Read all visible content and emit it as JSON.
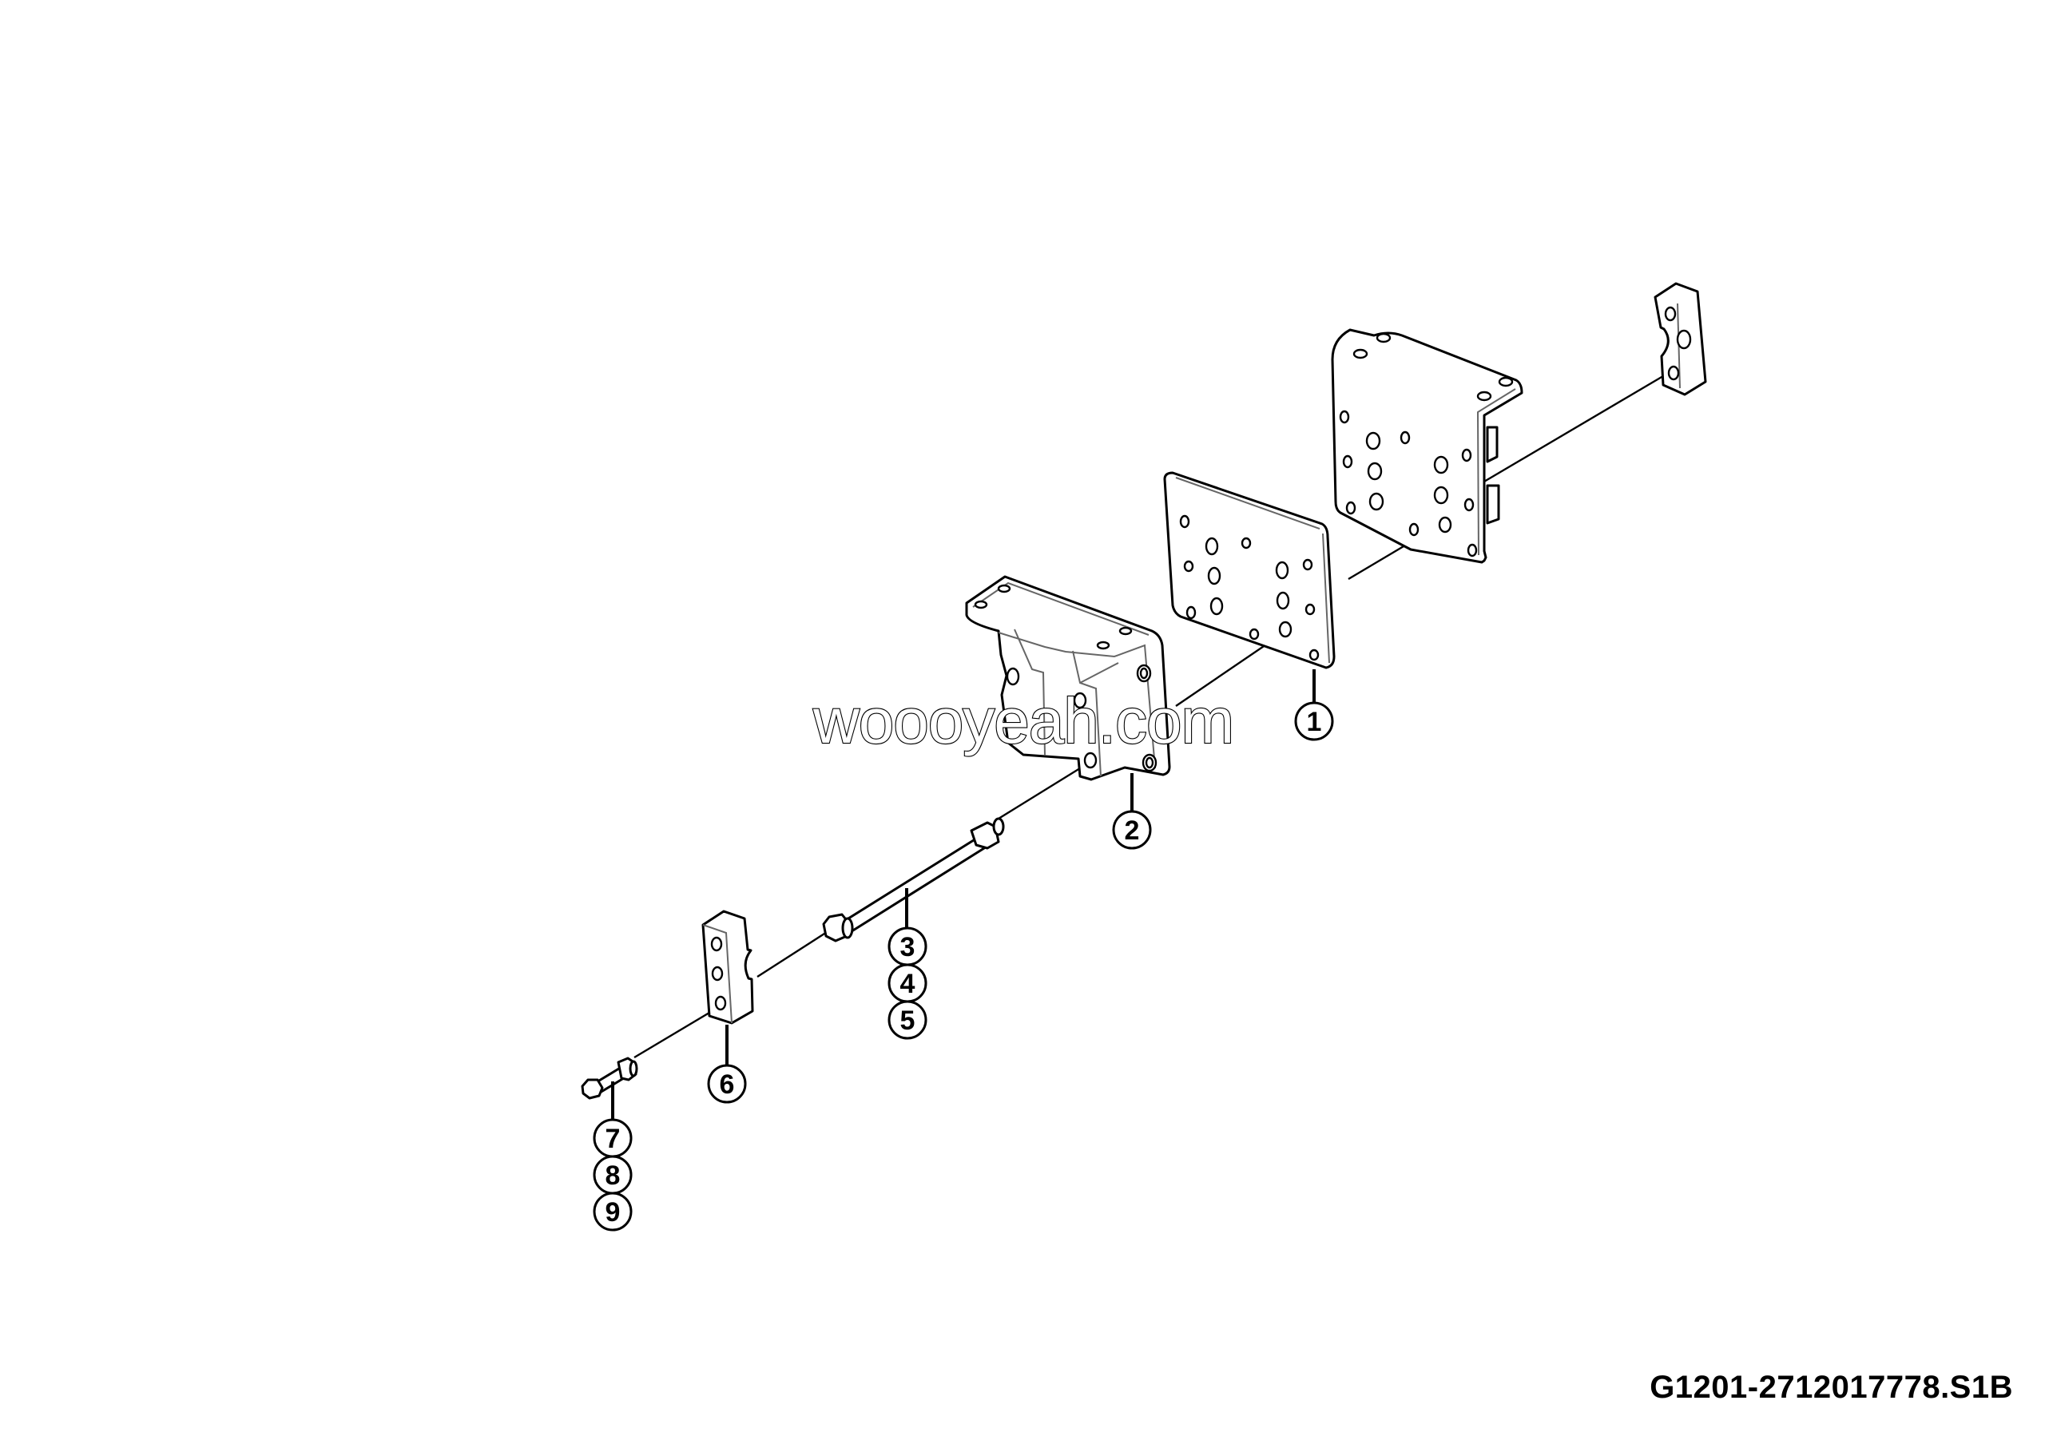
{
  "diagram": {
    "type": "exploded parts assembly",
    "drawing_number": "G1201-2712017778.S1B",
    "watermark": "woooyeah.com",
    "callouts": [
      {
        "id": "1",
        "label": "1"
      },
      {
        "id": "2",
        "label": "2"
      },
      {
        "id": "3",
        "label": "3"
      },
      {
        "id": "4",
        "label": "4"
      },
      {
        "id": "5",
        "label": "5"
      },
      {
        "id": "6",
        "label": "6"
      },
      {
        "id": "7",
        "label": "7"
      },
      {
        "id": "8",
        "label": "8"
      },
      {
        "id": "9",
        "label": "9"
      }
    ],
    "parts": [
      {
        "callout": "1",
        "name": "mounting plate (flat)"
      },
      {
        "callout": "2",
        "name": "support bracket"
      },
      {
        "callout": "3,4,5",
        "name": "long bolt with nut and washer"
      },
      {
        "callout": "6",
        "name": "clamp block"
      },
      {
        "callout": "7,8,9",
        "name": "short bolt with washers"
      },
      {
        "callout": "",
        "name": "angle mounting plate (unlabeled)"
      },
      {
        "callout": "",
        "name": "upper clamp block (unlabeled)"
      }
    ]
  }
}
